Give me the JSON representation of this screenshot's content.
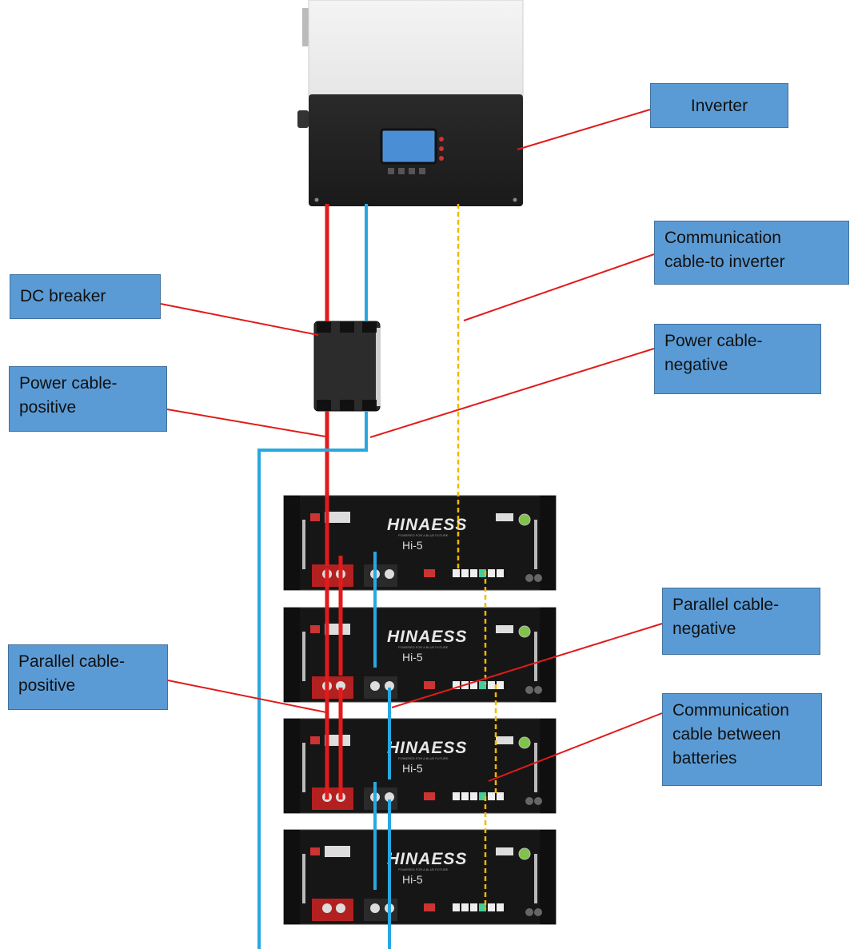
{
  "labels": {
    "inverter": "Inverter",
    "comm_to_inverter": "Communication\ncable-to inverter",
    "dc_breaker": "DC breaker",
    "power_negative": "Power cable-\nnegative",
    "power_positive": "Power cable-\npositive",
    "parallel_negative": "Parallel cable-\nnegative",
    "parallel_positive": "Parallel cable-\npositive",
    "comm_between": "Communication\ncable between\nbatteries"
  },
  "battery": {
    "brand": "HINAESS",
    "model": "Hi-5",
    "tagline": "POWERED FOR A BLUE FUTURE"
  },
  "colors": {
    "positive_cable": "#e01b1b",
    "negative_cable": "#29a8e0",
    "comm_cable": "#f5b700",
    "leader_line": "#e01b1b",
    "label_fill": "#5b9bd5"
  }
}
